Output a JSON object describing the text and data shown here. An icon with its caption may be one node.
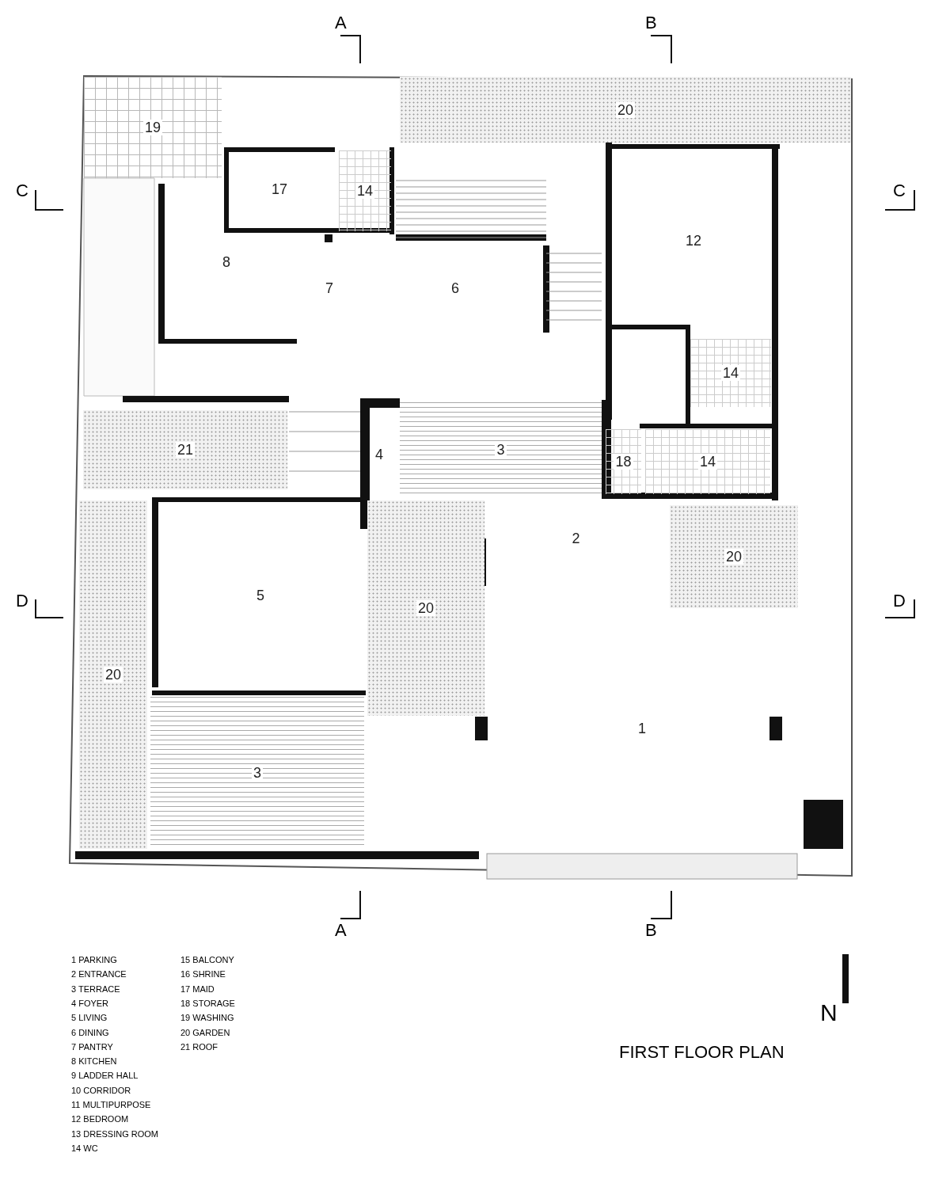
{
  "diagram": {
    "title": "FIRST FLOOR PLAN",
    "nodes": [
      {
        "text": [
          "19"
        ]
      },
      {
        "text": [
          "20"
        ]
      },
      {
        "text": [
          "17"
        ]
      },
      {
        "text": [
          "14"
        ]
      },
      {
        "text": [
          "12"
        ]
      },
      {
        "text": [
          "8"
        ]
      },
      {
        "text": [
          "7"
        ]
      },
      {
        "text": [
          "6"
        ]
      },
      {
        "text": [
          "14"
        ]
      },
      {
        "text": [
          "21"
        ]
      },
      {
        "text": [
          "3"
        ]
      },
      {
        "text": [
          "4"
        ]
      },
      {
        "text": [
          "18"
        ]
      },
      {
        "text": [
          "14"
        ]
      },
      {
        "text": [
          "20"
        ]
      },
      {
        "text": [
          "5"
        ]
      },
      {
        "text": [
          "2"
        ]
      },
      {
        "text": [
          "20"
        ]
      },
      {
        "text": [
          "20"
        ]
      },
      {
        "text": [
          "1"
        ]
      },
      {
        "text": [
          "3"
        ]
      }
    ],
    "labels": [
      "A",
      "B",
      "C",
      "C",
      "D",
      "D",
      "A",
      "B",
      "1 PARKING",
      "2 ENTRANCE",
      "3 TERRACE",
      "4 FOYER",
      "5 LIVING",
      "6 DINING",
      "7 PANTRY",
      "8 KITCHEN",
      "9 LADDER HALL",
      "10 CORRIDOR",
      "11 MULTIPURPOSE",
      "12 BEDROOM",
      "13 DRESSING ROOM",
      "14 WC",
      "15 BALCONY",
      "16 SHRINE",
      "17 MAID",
      "18 STORAGE",
      "19 WASHING",
      "20 GARDEN",
      "21 ROOF",
      "N"
    ]
  }
}
